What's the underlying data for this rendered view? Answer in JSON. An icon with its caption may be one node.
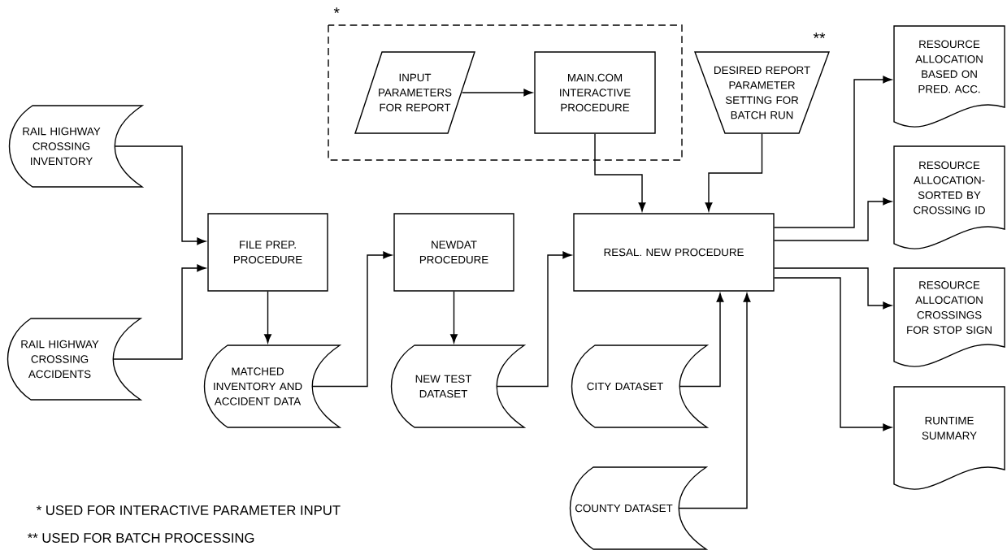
{
  "diagram": {
    "nodes": [
      {
        "text": [
          "RAIL HIGHWAY CROSSING INVENTORY"
        ]
      },
      {
        "text": [
          "RAIL HIGHWAY CROSSING ACCIDENTS"
        ]
      },
      {
        "text": [
          "FILE PREP. PROCEDURE"
        ]
      },
      {
        "text": [
          "MATCHED INVENTORY AND ACCIDENT DATA"
        ]
      },
      {
        "text": [
          "NEWDAT PROCEDURE"
        ]
      },
      {
        "text": [
          "NEW TEST DATASET"
        ]
      },
      {
        "text": [
          "*"
        ]
      },
      {
        "text": [
          "INPUT PARAMETERS FOR REPORT"
        ],
        "in": 6
      },
      {
        "text": [
          "MAIN.COM INTERACTIVE PROCEDURE"
        ],
        "in": 6
      },
      {
        "text": [
          "DESIRED REPORT PARAMETER SETTING FOR BATCH RUN"
        ],
        "beside": [
          "**"
        ]
      },
      {
        "text": [
          "RESAL. NEW PROCEDURE"
        ]
      },
      {
        "text": [
          "CITY DATASET"
        ]
      },
      {
        "text": [
          "COUNTY DATASET"
        ]
      },
      {
        "text": [
          "RESOURCE ALLOCATION BASED ON PRED. ACC."
        ]
      },
      {
        "text": [
          "RESOURCE ALLOCATION- SORTED BY CROSSING ID"
        ]
      },
      {
        "text": [
          "RESOURCE ALLOCATION CROSSINGS FOR STOP SIGN"
        ]
      },
      {
        "text": [
          "RUNTIME SUMMARY"
        ]
      }
    ],
    "edges": [
      {
        "from": 0,
        "to": 2,
        "arrow": "to"
      },
      {
        "from": 1,
        "to": 2,
        "arrow": "to"
      },
      {
        "from": 2,
        "to": 3,
        "arrow": "to"
      },
      {
        "from": 3,
        "to": 4,
        "arrow": "to"
      },
      {
        "from": 4,
        "to": 5,
        "arrow": "to"
      },
      {
        "from": 5,
        "to": 10,
        "arrow": "to"
      },
      {
        "from": 7,
        "to": 8,
        "arrow": "to"
      },
      {
        "from": 8,
        "to": 10,
        "arrow": "to"
      },
      {
        "from": 9,
        "to": 10,
        "arrow": "to"
      },
      {
        "from": 11,
        "to": 10,
        "arrow": "to"
      },
      {
        "from": 12,
        "to": 10,
        "arrow": "to"
      },
      {
        "from": 10,
        "to": 13,
        "arrow": "to"
      },
      {
        "from": 10,
        "to": 14,
        "arrow": "to"
      },
      {
        "from": 10,
        "to": 15,
        "arrow": "to"
      },
      {
        "from": 10,
        "to": 16,
        "arrow": "to"
      }
    ],
    "labels": [
      "* USED FOR INTERACTIVE PARAMETER INPUT",
      "** USED FOR BATCH PROCESSING"
    ]
  }
}
